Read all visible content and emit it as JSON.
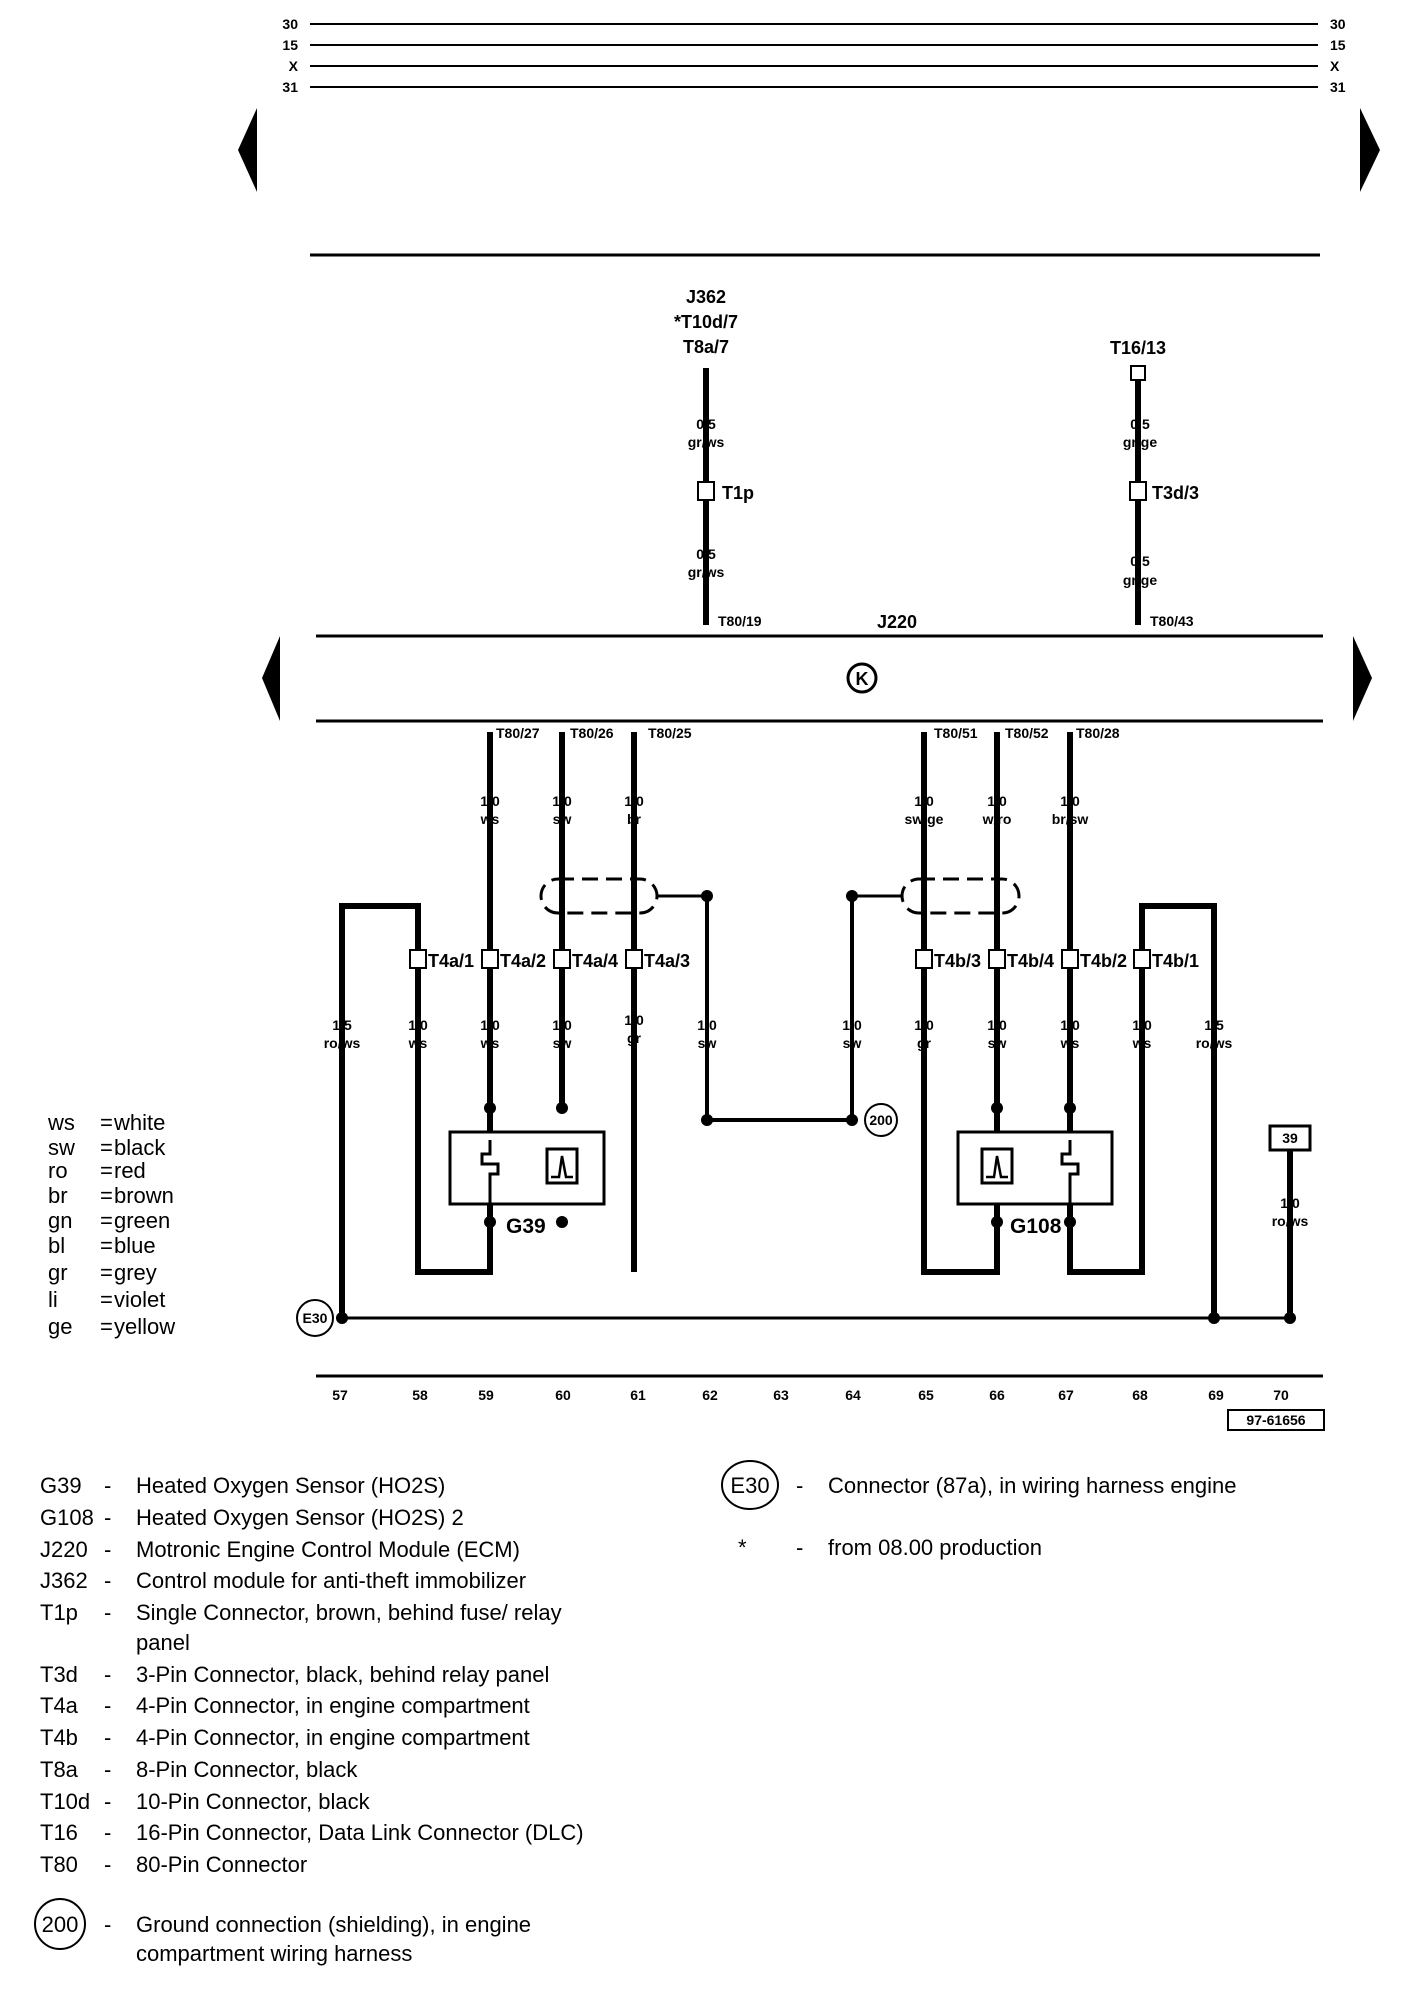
{
  "rails": [
    "30",
    "15",
    "X",
    "31"
  ],
  "j362": {
    "name": "J362",
    "alt": "*T10d/7",
    "pin": "T8a/7"
  },
  "t16": "T16/13",
  "wire_top_left_upper": {
    "size": "0,5",
    "color": "gr/ws"
  },
  "wire_top_left_lower": {
    "size": "0,5",
    "color": "gr/ws"
  },
  "wire_top_right_upper": {
    "size": "0,5",
    "color": "gr/ge"
  },
  "wire_top_right_lower": {
    "size": "0,5",
    "color": "gr/ge"
  },
  "t1p": "T1p",
  "t3d": "T3d/3",
  "ecm": {
    "name": "J220",
    "symbol": "K",
    "pin_left": "T80/19",
    "pin_right": "T80/43"
  },
  "bottom_pins": [
    "T80/27",
    "T80/26",
    "T80/25",
    "T80/51",
    "T80/52",
    "T80/28"
  ],
  "upper_wires": [
    {
      "size": "1,0",
      "color": "ws"
    },
    {
      "size": "1,0",
      "color": "sw"
    },
    {
      "size": "1,0",
      "color": "br"
    },
    {
      "size": "1,0",
      "color": "sw/ge"
    },
    {
      "size": "1,0",
      "color": "w/ro"
    },
    {
      "size": "1,0",
      "color": "br/sw"
    }
  ],
  "connectors_t4a": [
    "T4a/1",
    "T4a/2",
    "T4a/4",
    "T4a/3"
  ],
  "connectors_t4b": [
    "T4b/3",
    "T4b/4",
    "T4b/2",
    "T4b/1"
  ],
  "lower_wires": [
    {
      "size": "1,5",
      "color": "ro/ws"
    },
    {
      "size": "1,0",
      "color": "ws"
    },
    {
      "size": "1,0",
      "color": "ws"
    },
    {
      "size": "1,0",
      "color": "sw"
    },
    {
      "size": "1,0",
      "color": "gr"
    },
    {
      "size": "1,0",
      "color": "sw"
    },
    {
      "size": "1,0",
      "color": "sw"
    },
    {
      "size": "1,0",
      "color": "gr"
    },
    {
      "size": "1,0",
      "color": "sw"
    },
    {
      "size": "1,0",
      "color": "ws"
    },
    {
      "size": "1,0",
      "color": "ws"
    },
    {
      "size": "1,5",
      "color": "ro/ws"
    }
  ],
  "ground_200": "200",
  "g39": "G39",
  "g108": "G108",
  "fuse_39": "39",
  "fuse_wire": {
    "size": "1,0",
    "color": "ro/ws"
  },
  "e30": "E30",
  "track_numbers": [
    "57",
    "58",
    "59",
    "60",
    "61",
    "62",
    "63",
    "64",
    "65",
    "66",
    "67",
    "68",
    "69",
    "70"
  ],
  "ref_code": "97-61656",
  "color_legend": [
    {
      "abbr": "ws",
      "name": "white"
    },
    {
      "abbr": "sw",
      "name": "black"
    },
    {
      "abbr": "ro",
      "name": "red"
    },
    {
      "abbr": "br",
      "name": "brown"
    },
    {
      "abbr": "gn",
      "name": "green"
    },
    {
      "abbr": "bl",
      "name": "blue"
    },
    {
      "abbr": "gr",
      "name": "grey"
    },
    {
      "abbr": "li",
      "name": "violet"
    },
    {
      "abbr": "ge",
      "name": "yellow"
    }
  ],
  "component_legend": [
    {
      "code": "G39",
      "text": "Heated Oxygen Sensor (HO2S)"
    },
    {
      "code": "G108",
      "text": "Heated Oxygen Sensor (HO2S) 2"
    },
    {
      "code": "J220",
      "text": "Motronic Engine Control Module (ECM)"
    },
    {
      "code": "J362",
      "text": "Control module for anti-theft immobilizer"
    },
    {
      "code": "T1p",
      "text": "Single Connector, brown,  behind fuse/ relay",
      "text2": "panel"
    },
    {
      "code": "T3d",
      "text": "3-Pin Connector, black, behind relay panel"
    },
    {
      "code": "T4a",
      "text": "4-Pin Connector, in engine compartment"
    },
    {
      "code": "T4b",
      "text": "4-Pin Connector, in engine compartment"
    },
    {
      "code": "T8a",
      "text": "8-Pin Connector, black"
    },
    {
      "code": "T10d",
      "text": "10-Pin Connector, black"
    },
    {
      "code": "T16",
      "text": "16-Pin Connector, Data Link Connector (DLC)"
    },
    {
      "code": "T80",
      "text": "80-Pin Connector"
    }
  ],
  "ground_legend": {
    "code": "200",
    "text": "Ground connection (shielding), in engine",
    "text2": "compartment  wiring harness"
  },
  "right_legend": [
    {
      "code": "E30",
      "text": "Connector (87a), in wiring harness engine"
    },
    {
      "code": "*",
      "text": "from 08.00 production"
    }
  ],
  "dash": "-"
}
